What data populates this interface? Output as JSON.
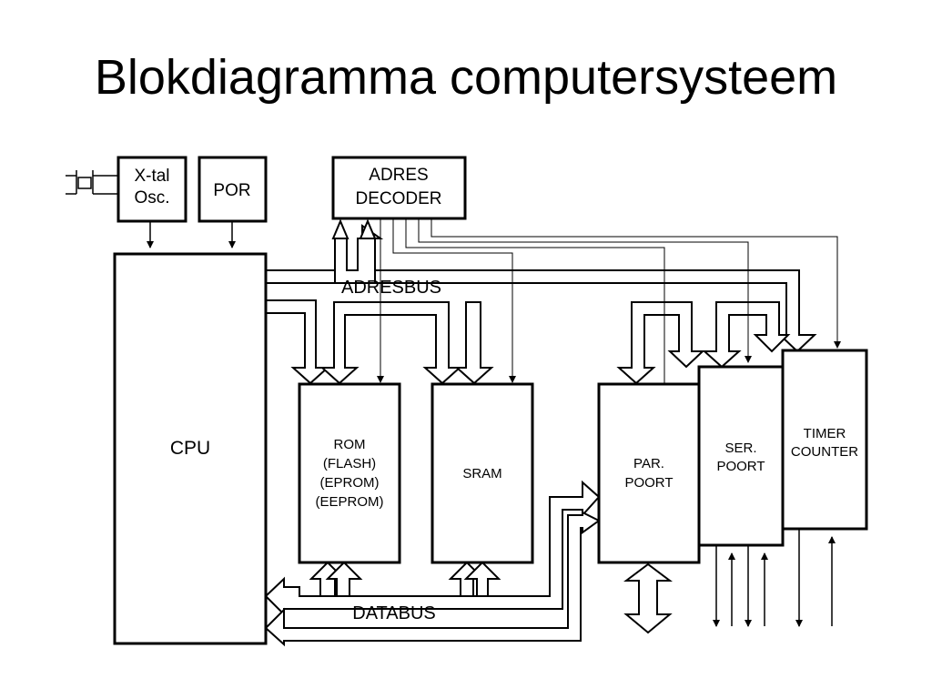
{
  "title": "Blokdiagramma computersysteem",
  "blocks": {
    "xtal_line1": "X-tal",
    "xtal_line2": "Osc.",
    "por": "POR",
    "adres_line1": "ADRES",
    "adres_line2": "DECODER",
    "cpu": "CPU",
    "rom_line1": "ROM",
    "rom_line2": "(FLASH)",
    "rom_line3": "(EPROM)",
    "rom_line4": "(EEPROM)",
    "sram": "SRAM",
    "par_line1": "PAR.",
    "par_line2": "POORT",
    "ser_line1": "SER.",
    "ser_line2": "POORT",
    "timer_line1": "TIMER",
    "timer_line2": "COUNTER"
  },
  "buses": {
    "adresbus": "ADRESBUS",
    "databus": "DATABUS"
  }
}
